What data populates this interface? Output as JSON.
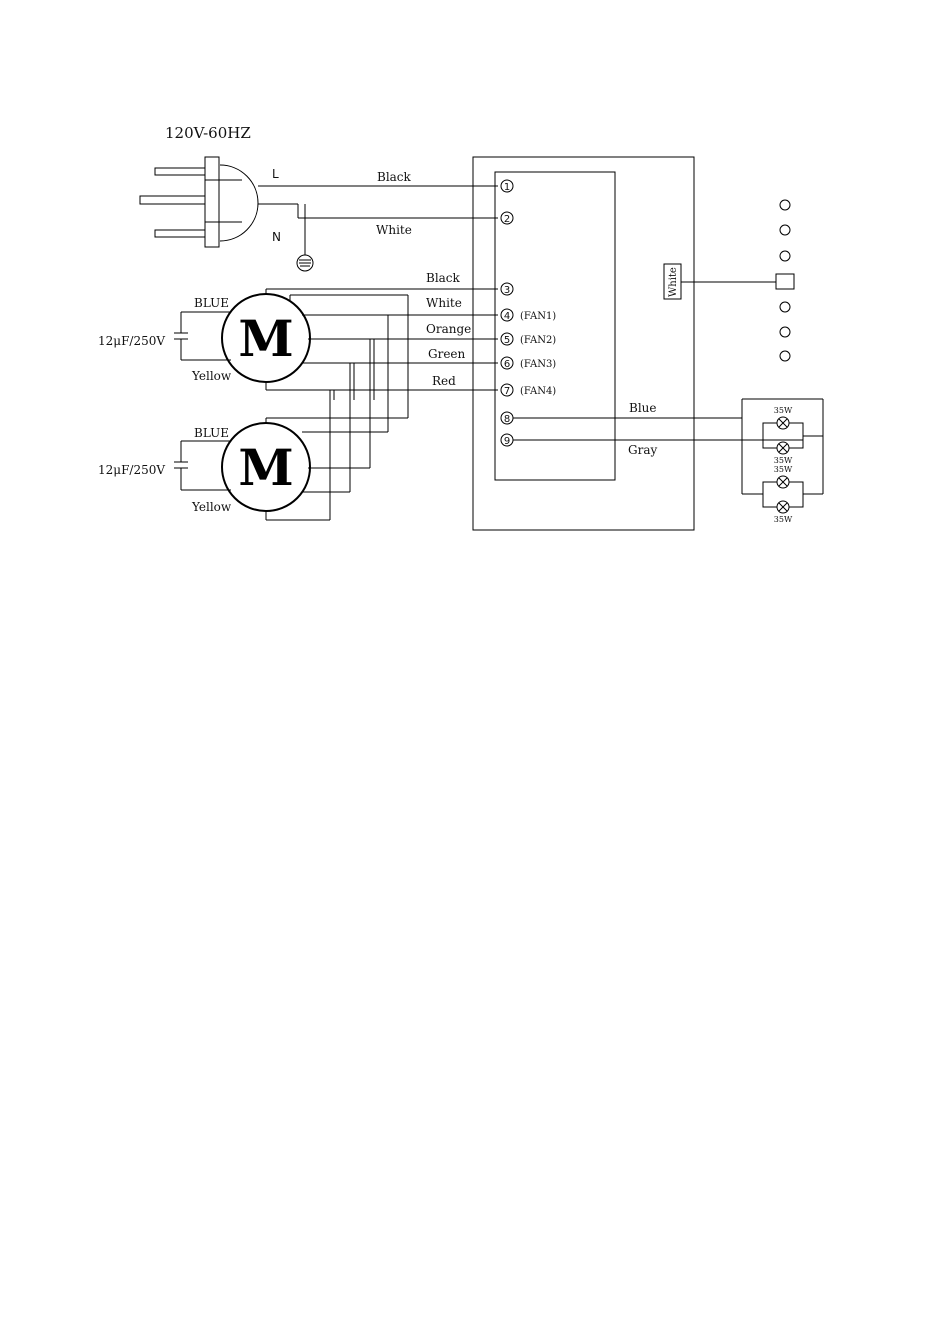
{
  "title": "120V-60HZ",
  "plug": {
    "line_label": "L",
    "neutral_label": "N"
  },
  "wires": {
    "w1": "Black",
    "w2": "White",
    "w3": "Black",
    "w4": "White",
    "w5": "Orange",
    "w6": "Green",
    "w7": "Red",
    "w8": "Blue",
    "w9": "Gray",
    "switch_wire": "White"
  },
  "terminals": [
    {
      "num": "1",
      "suffix": ""
    },
    {
      "num": "2",
      "suffix": ""
    },
    {
      "num": "3",
      "suffix": ""
    },
    {
      "num": "4",
      "suffix": "(FAN1)"
    },
    {
      "num": "5",
      "suffix": "(FAN2)"
    },
    {
      "num": "6",
      "suffix": "(FAN3)"
    },
    {
      "num": "7",
      "suffix": "(FAN4)"
    },
    {
      "num": "8",
      "suffix": ""
    },
    {
      "num": "9",
      "suffix": ""
    }
  ],
  "motors": [
    {
      "letter": "M",
      "top_wire": "BLUE",
      "bottom_wire": "Yellow",
      "capacitor": "12μF/250V"
    },
    {
      "letter": "M",
      "top_wire": "BLUE",
      "bottom_wire": "Yellow",
      "capacitor": "12μF/250V"
    }
  ],
  "lamps": [
    "35W",
    "35W",
    "35W",
    "35W"
  ]
}
